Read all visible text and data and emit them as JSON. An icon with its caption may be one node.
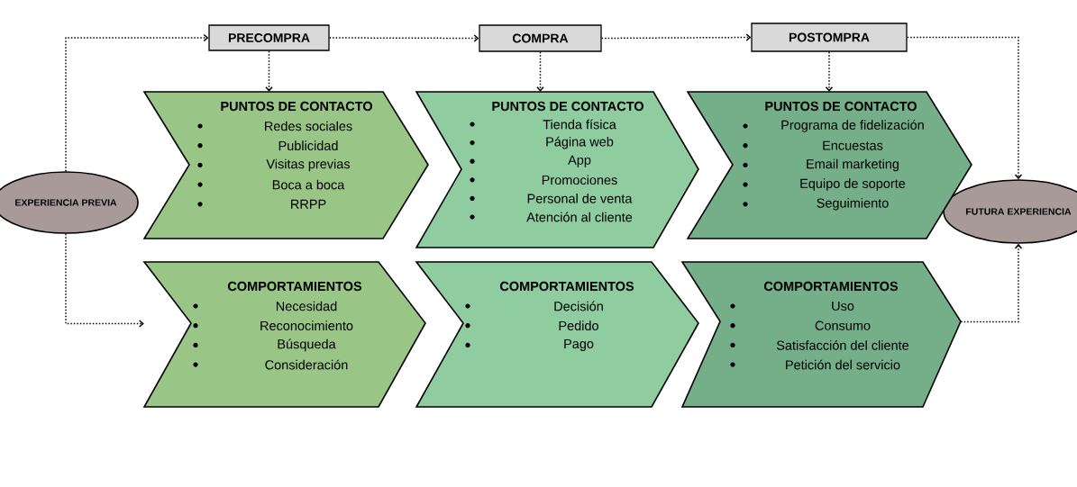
{
  "diagram": {
    "nodes": [
      {
        "text": [
          "EXPERIENCIA PREVIA"
        ]
      },
      {
        "text": [
          "PRECOMPRA"
        ]
      },
      {
        "text": [
          "COMPRA"
        ]
      },
      {
        "text": [
          "POSTOMPRA"
        ]
      },
      {
        "text": [
          "FUTURA EXPERIENCIA"
        ]
      },
      {
        "text": [
          "PUNTOS DE CONTACTO",
          "Redes sociales",
          "Publicidad",
          "Visitas previas",
          "Boca a boca",
          "RRPP"
        ]
      },
      {
        "text": [
          "PUNTOS DE CONTACTO",
          "Tienda física",
          "Página web",
          "App",
          "Promociones",
          "Personal de venta",
          "Atención al cliente"
        ]
      },
      {
        "text": [
          "PUNTOS DE CONTACTO",
          "Programa de fidelización",
          "Encuestas",
          "Email marketing",
          "Equipo de soporte",
          "Seguimiento"
        ]
      },
      {
        "text": [
          "COMPORTAMIENTOS",
          "Necesidad",
          "Reconocimiento",
          "Búsqueda",
          "Consideración"
        ]
      },
      {
        "text": [
          "COMPORTAMIENTOS",
          "Decisión",
          "Pedido",
          "Pago"
        ]
      },
      {
        "text": [
          "COMPORTAMIENTOS",
          "Uso",
          "Consumo",
          "Satisfacción del cliente",
          "Petición del servicio"
        ]
      }
    ],
    "edges": [
      {
        "from": 0,
        "to": 1,
        "arrow": "to"
      },
      {
        "from": 1,
        "to": 2,
        "arrow": "to"
      },
      {
        "from": 2,
        "to": 3,
        "arrow": "to"
      },
      {
        "from": 3,
        "to": 4,
        "arrow": "to"
      },
      {
        "from": 1,
        "to": 5,
        "arrow": "to"
      },
      {
        "from": 2,
        "to": 6,
        "arrow": "to"
      },
      {
        "from": 3,
        "to": 7,
        "arrow": "to"
      },
      {
        "from": 0,
        "to": 8,
        "arrow": "to"
      },
      {
        "from": 10,
        "to": 4,
        "arrow": "to"
      }
    ]
  }
}
